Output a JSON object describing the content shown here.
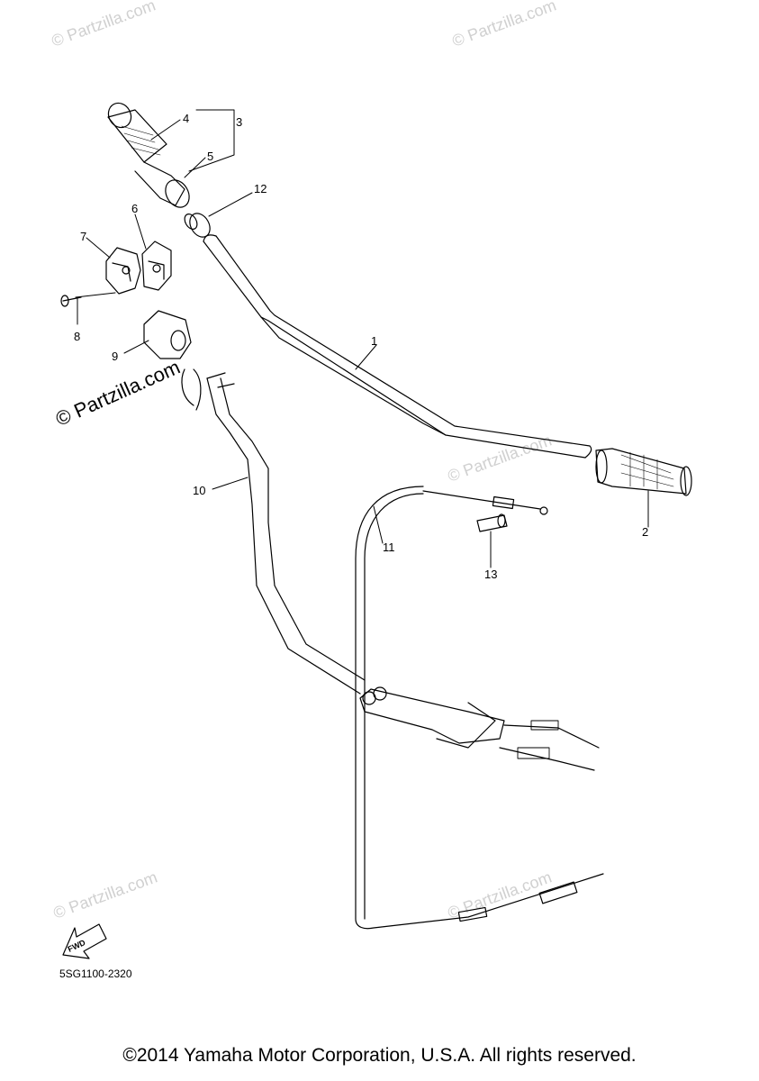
{
  "watermark_text": "© Partzilla.com",
  "main_watermark_text": "© Partzilla.com",
  "diagram_code": "5SG1100-2320",
  "fwd_label": "FWD",
  "copyright": "©2014 Yamaha Motor Corporation, U.S.A. All rights reserved.",
  "callouts": {
    "c1": "1",
    "c2": "2",
    "c3": "3",
    "c4": "4",
    "c5": "5",
    "c6": "6",
    "c7": "7",
    "c8": "8",
    "c9": "9",
    "c10": "10",
    "c11": "11",
    "c12": "12",
    "c13": "13"
  },
  "colors": {
    "line": "#000000",
    "watermark": "#d0d0d0",
    "background": "#ffffff"
  }
}
